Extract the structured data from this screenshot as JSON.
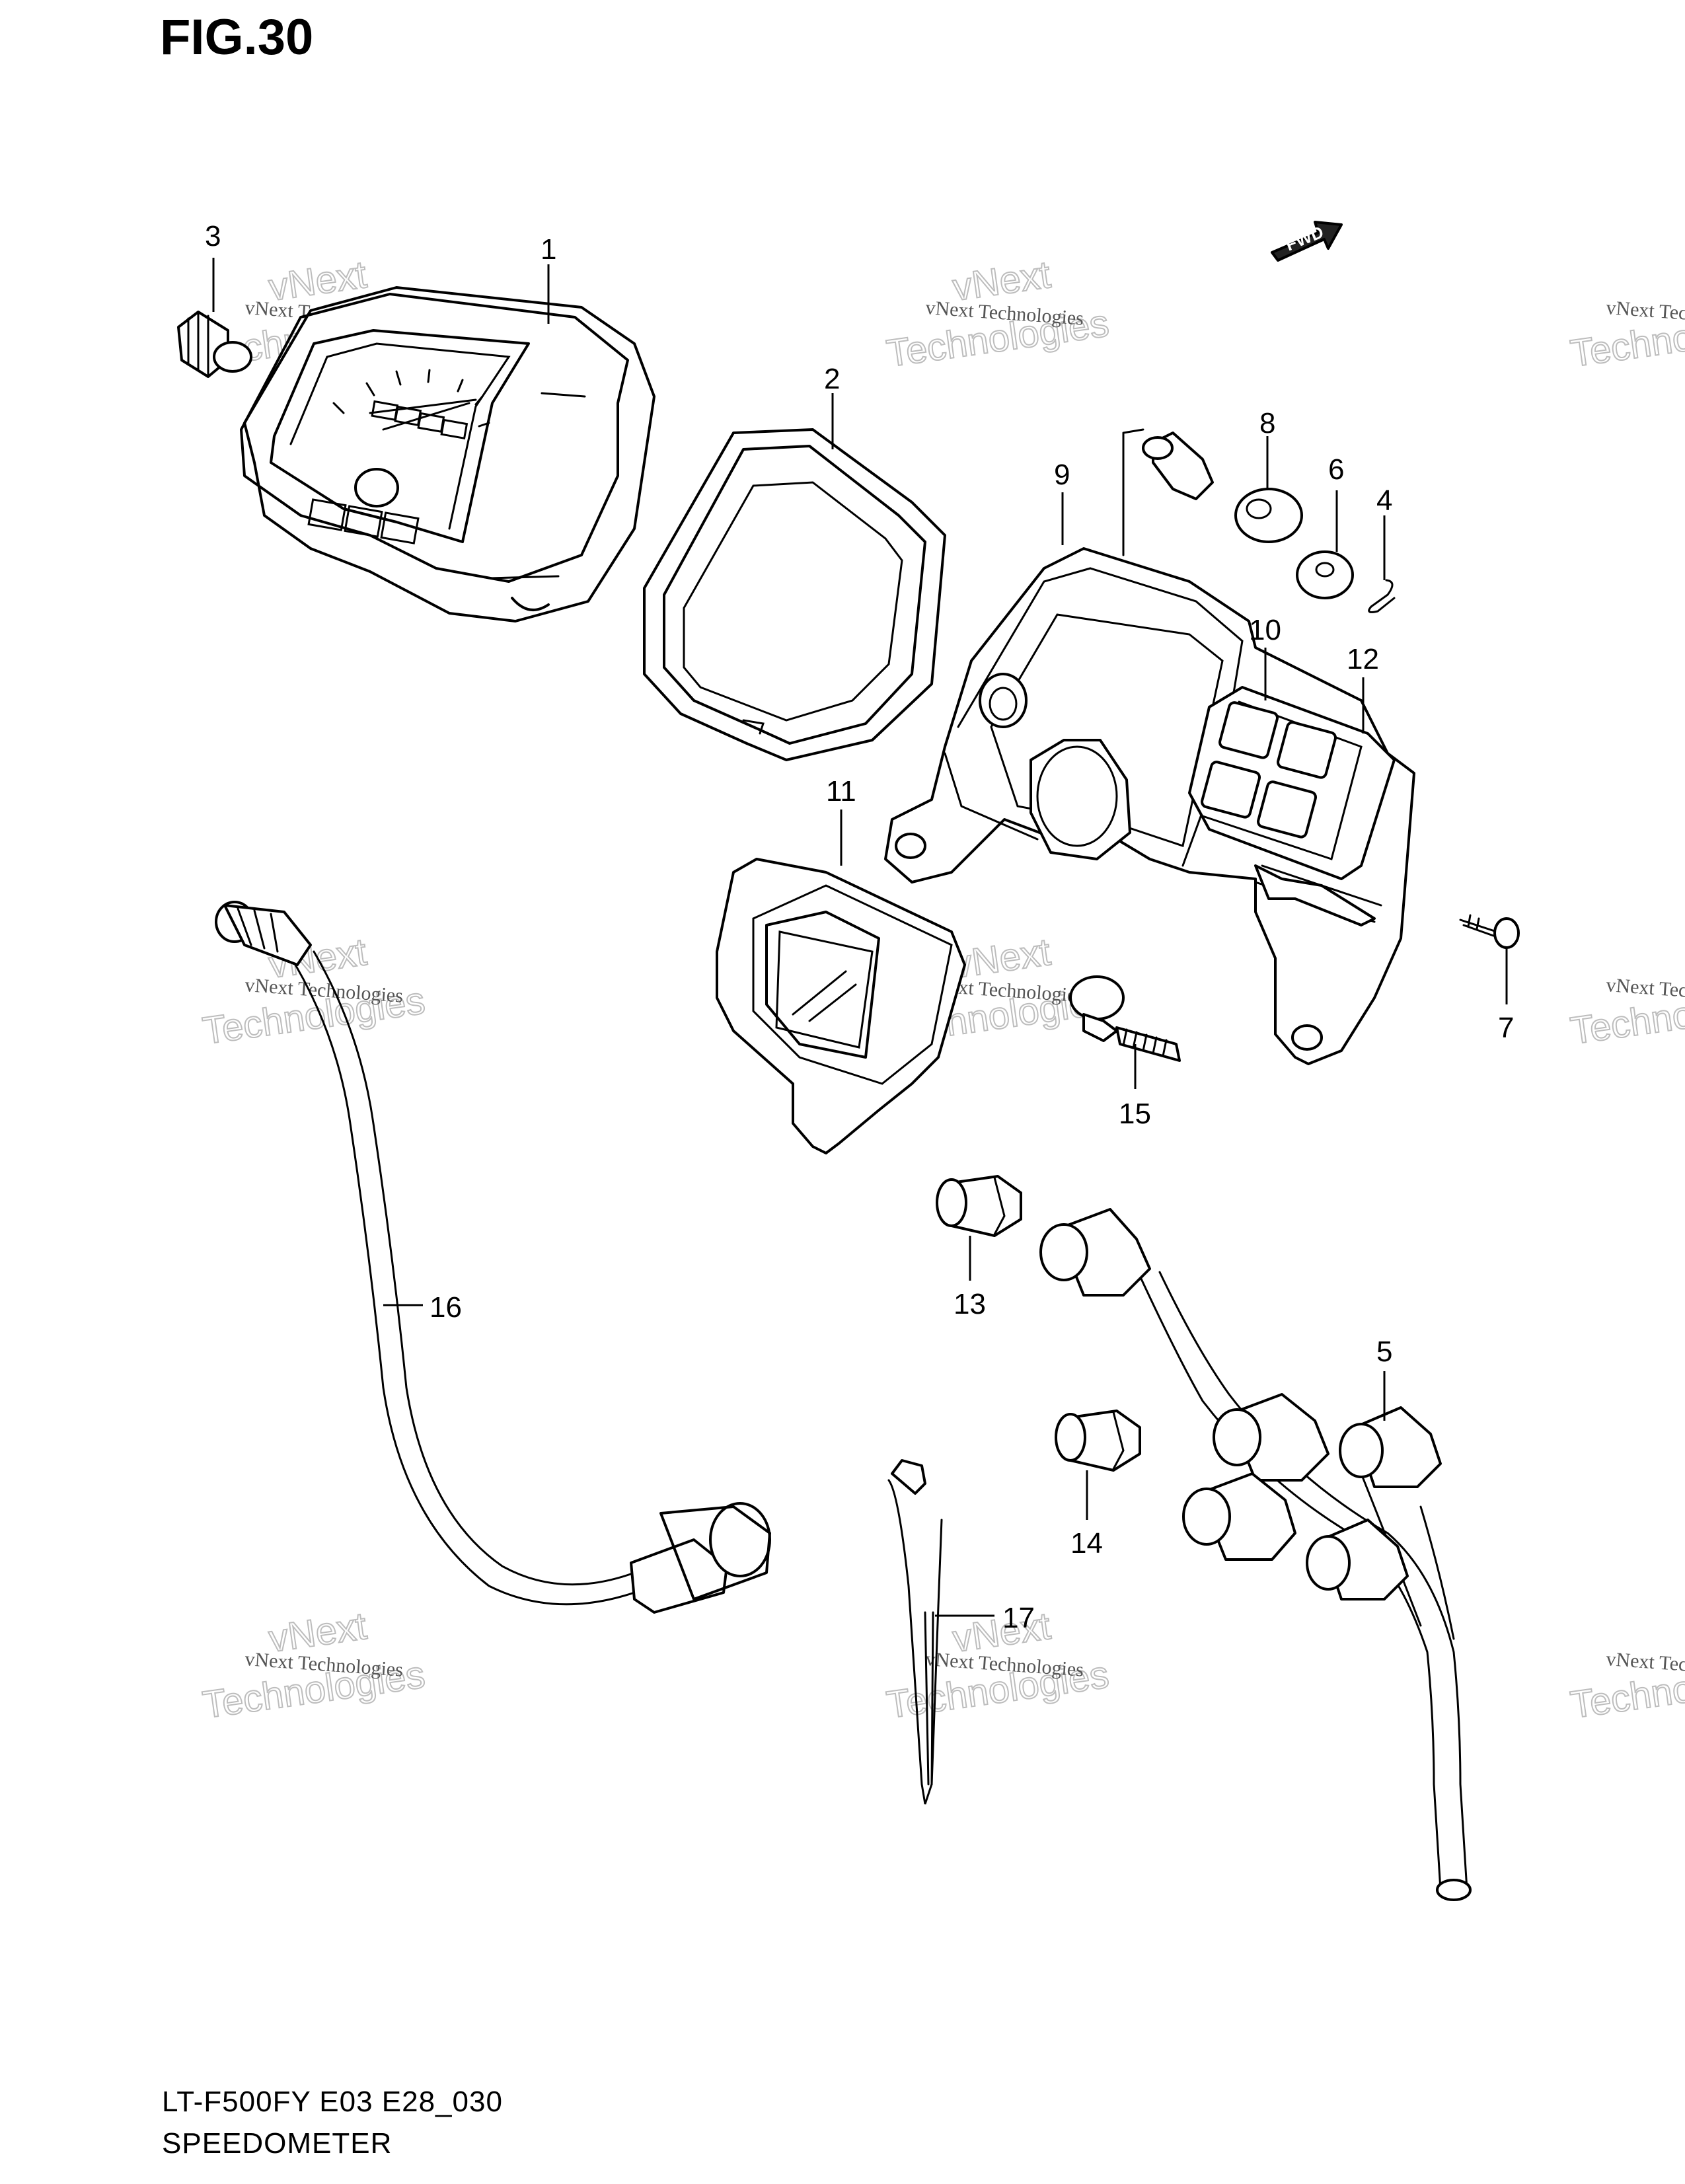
{
  "figure": {
    "title": "FIG.30",
    "footer_code": "LT-F500FY E03 E28_030",
    "footer_name": "SPEEDOMETER",
    "fwd_label": "FWD"
  },
  "watermark": {
    "line_small": "vNext Technologies",
    "line_big": "Technologies",
    "line_mid": "vNext"
  },
  "callouts": [
    "1",
    "2",
    "3",
    "4",
    "5",
    "6",
    "7",
    "8",
    "9",
    "10",
    "11",
    "12",
    "13",
    "14",
    "15",
    "16",
    "17"
  ]
}
